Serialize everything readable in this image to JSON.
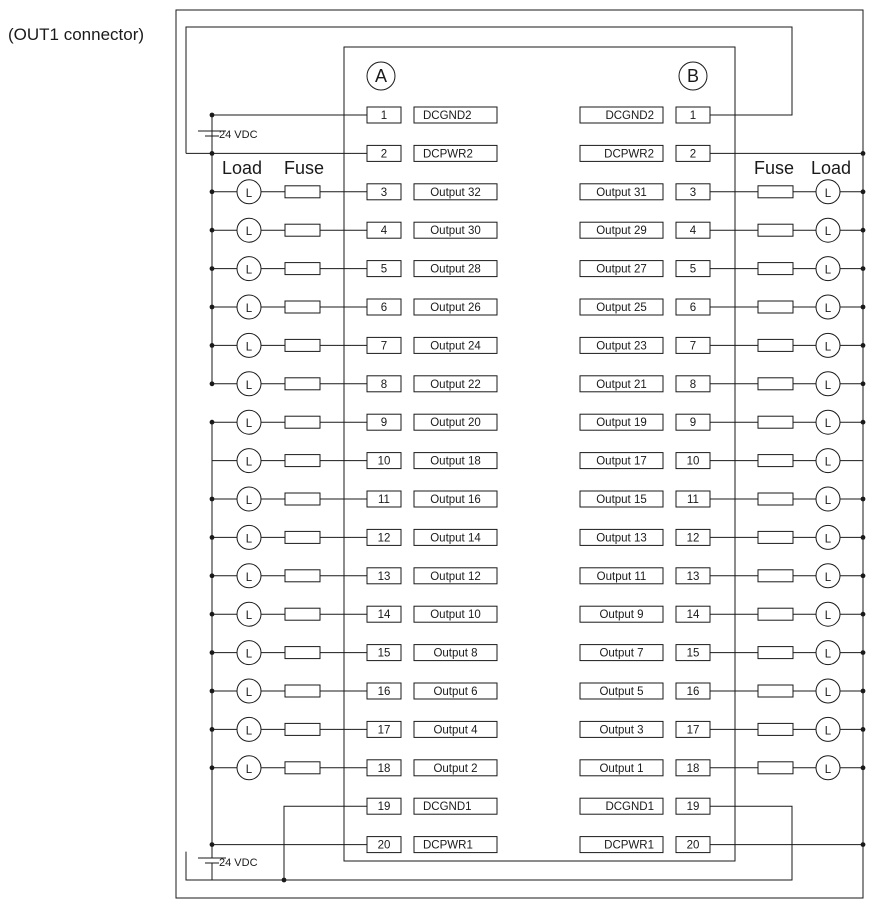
{
  "title": "(OUT1 connector)",
  "connector_labels": {
    "a": "A",
    "b": "B"
  },
  "power": {
    "supply_label": "24 VDC"
  },
  "columns": {
    "load": "Load",
    "fuse": "Fuse"
  },
  "load_symbol": "L",
  "side_a": [
    {
      "pin": "1",
      "signal": "DCGND2"
    },
    {
      "pin": "2",
      "signal": "DCPWR2"
    },
    {
      "pin": "3",
      "signal": "Output 32"
    },
    {
      "pin": "4",
      "signal": "Output 30"
    },
    {
      "pin": "5",
      "signal": "Output 28"
    },
    {
      "pin": "6",
      "signal": "Output 26"
    },
    {
      "pin": "7",
      "signal": "Output 24"
    },
    {
      "pin": "8",
      "signal": "Output 22"
    },
    {
      "pin": "9",
      "signal": "Output 20"
    },
    {
      "pin": "10",
      "signal": "Output 18"
    },
    {
      "pin": "11",
      "signal": "Output 16"
    },
    {
      "pin": "12",
      "signal": "Output 14"
    },
    {
      "pin": "13",
      "signal": "Output 12"
    },
    {
      "pin": "14",
      "signal": "Output 10"
    },
    {
      "pin": "15",
      "signal": "Output 8"
    },
    {
      "pin": "16",
      "signal": "Output 6"
    },
    {
      "pin": "17",
      "signal": "Output 4"
    },
    {
      "pin": "18",
      "signal": "Output 2"
    },
    {
      "pin": "19",
      "signal": "DCGND1"
    },
    {
      "pin": "20",
      "signal": "DCPWR1"
    }
  ],
  "side_b": [
    {
      "pin": "1",
      "signal": "DCGND2"
    },
    {
      "pin": "2",
      "signal": "DCPWR2"
    },
    {
      "pin": "3",
      "signal": "Output 31"
    },
    {
      "pin": "4",
      "signal": "Output 29"
    },
    {
      "pin": "5",
      "signal": "Output 27"
    },
    {
      "pin": "6",
      "signal": "Output 25"
    },
    {
      "pin": "7",
      "signal": "Output 23"
    },
    {
      "pin": "8",
      "signal": "Output 21"
    },
    {
      "pin": "9",
      "signal": "Output 19"
    },
    {
      "pin": "10",
      "signal": "Output 17"
    },
    {
      "pin": "11",
      "signal": "Output 15"
    },
    {
      "pin": "12",
      "signal": "Output 13"
    },
    {
      "pin": "13",
      "signal": "Output 11"
    },
    {
      "pin": "14",
      "signal": "Output 9"
    },
    {
      "pin": "15",
      "signal": "Output 7"
    },
    {
      "pin": "16",
      "signal": "Output 5"
    },
    {
      "pin": "17",
      "signal": "Output 3"
    },
    {
      "pin": "18",
      "signal": "Output 1"
    },
    {
      "pin": "19",
      "signal": "DCGND1"
    },
    {
      "pin": "20",
      "signal": "DCPWR1"
    }
  ]
}
